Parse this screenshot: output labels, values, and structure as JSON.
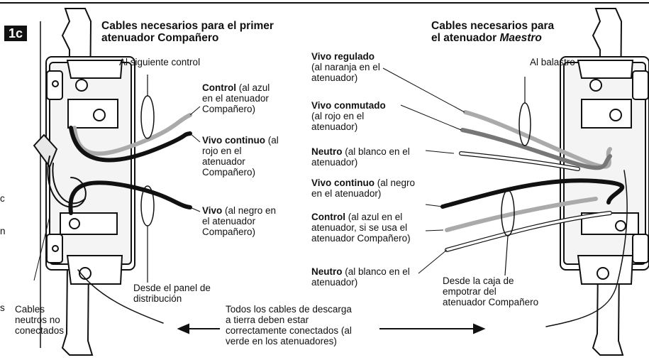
{
  "figure_tag": "1c",
  "left": {
    "title": "Cables necesarios para el primer\natenuador Compañero",
    "to_next_control": "Al siguiente control",
    "control_bold": "Control",
    "control_rest": " (al azul\nen el atenuador\nCompañero)",
    "vivo_cont_bold": "Vivo continuo",
    "vivo_cont_rest": " (al\nrojo en el\natenuador\nCompañero)",
    "vivo_bold": "Vivo",
    "vivo_rest": " (al negro en\nel atenuador\nCompañero)",
    "from_panel": "Desde el panel de\ndistribución",
    "neutrals": "Cables\nneutros no\nconectados"
  },
  "right": {
    "title_line1": "Cables necesarios para",
    "title_line2_pre": "el atenuador ",
    "title_line2_em": "Maestro",
    "to_ballast": "Al balastro",
    "vivo_reg_bold": "Vivo regulado",
    "vivo_reg_rest": "\n(al naranja en el\natenuador)",
    "vivo_conm_bold": "Vivo conmutado",
    "vivo_conm_rest": "\n(al rojo en el\natenuador)",
    "neutro1_bold": "Neutro",
    "neutro1_rest": " (al blanco en el\natenuador)",
    "vivo_cont_bold": "Vivo continuo",
    "vivo_cont_rest": " (al negro\nen el atenuador)",
    "control_bold": "Control",
    "control_rest": " (al azul en el\natenuador, si se usa el\natenuador Compañero)",
    "neutro2_bold": "Neutro",
    "neutro2_rest": " (al blanco en el\natenuador)",
    "from_box": "Desde la caja de\nempotrar del\natenuador Compañero"
  },
  "ground_note": "Todos los cables de descarga\na tierra deben estar\ncorrectamente conectados (al\nverde en los atenuadores)",
  "margin_letters": [
    "c",
    "n",
    "s"
  ]
}
